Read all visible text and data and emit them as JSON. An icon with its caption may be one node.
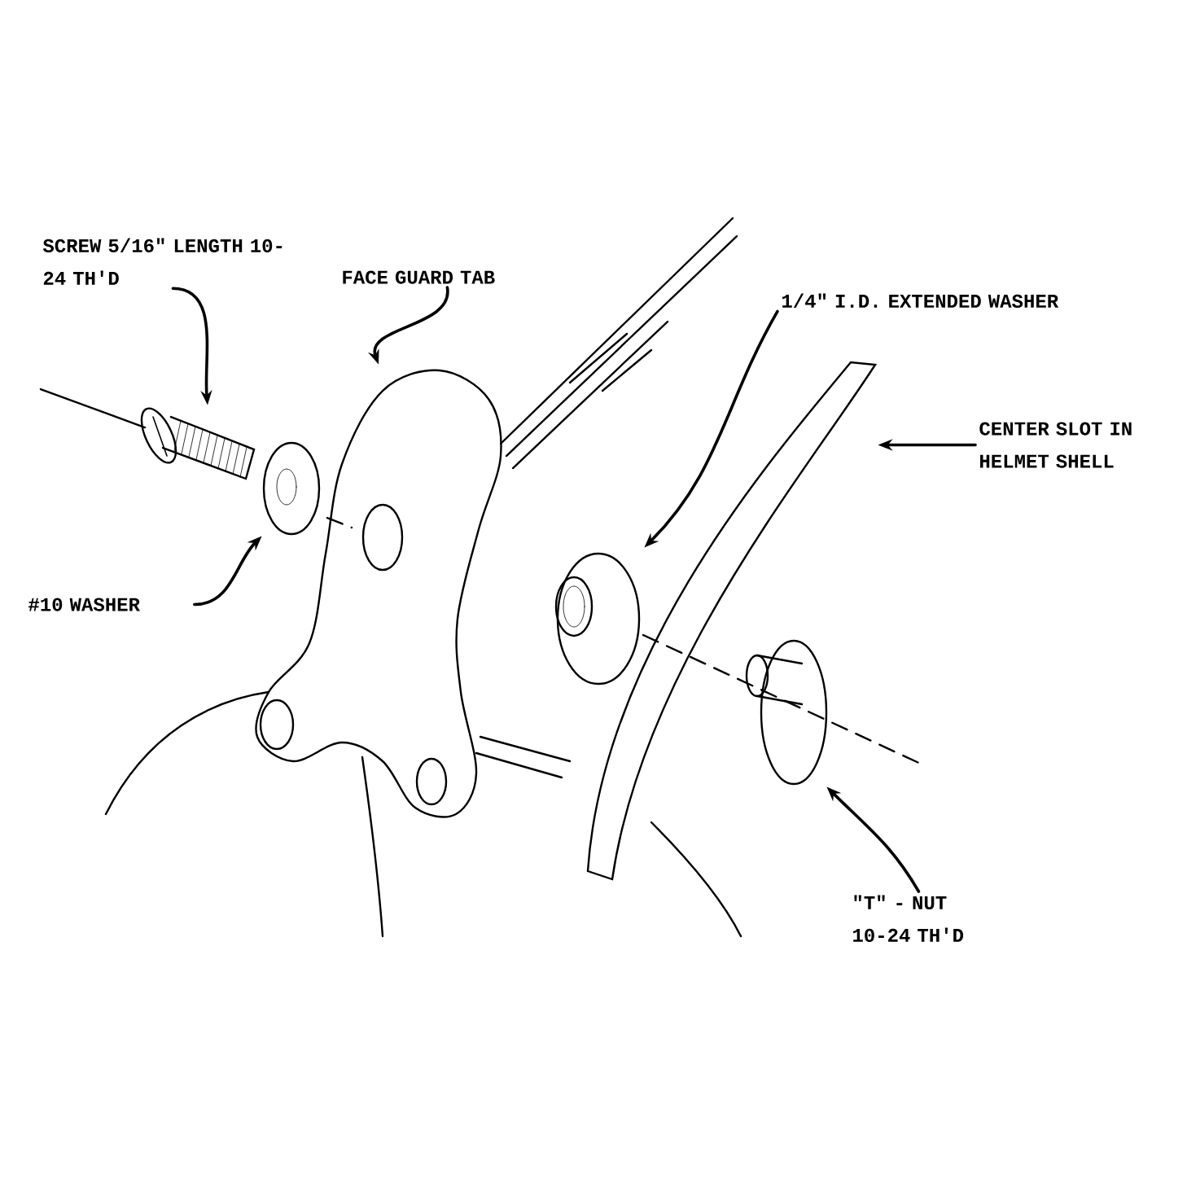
{
  "diagram": {
    "nodes": [
      {
        "text": [
          "SCREW 5/16\" LENGTH 10-24 TH'D"
        ]
      },
      {
        "text": [
          "FACE GUARD TAB"
        ]
      },
      {
        "text": [
          "1/4\" I.D. EXTENDED WASHER"
        ]
      },
      {
        "text": [
          "CENTER SLOT IN HELMET SHELL"
        ]
      },
      {
        "text": [
          "#10 WASHER"
        ]
      },
      {
        "text": [
          "\"T\" - NUT 10-24 TH'D"
        ]
      },
      {
        "text": [],
        "shape": "picture"
      },
      {
        "text": [],
        "shape": "picture"
      },
      {
        "text": [],
        "shape": "picture"
      },
      {
        "text": [],
        "shape": "picture"
      },
      {
        "text": [],
        "shape": "picture"
      },
      {
        "text": [],
        "shape": "picture"
      }
    ],
    "edges": [
      {
        "from": 0,
        "to": 6,
        "arrow": "to"
      },
      {
        "from": 1,
        "to": 7,
        "arrow": "to"
      },
      {
        "from": 2,
        "to": 8,
        "arrow": "to"
      },
      {
        "from": 3,
        "to": 9,
        "arrow": "to"
      },
      {
        "from": 4,
        "to": 10,
        "arrow": "to"
      },
      {
        "from": 5,
        "to": 11,
        "arrow": "to"
      }
    ]
  }
}
